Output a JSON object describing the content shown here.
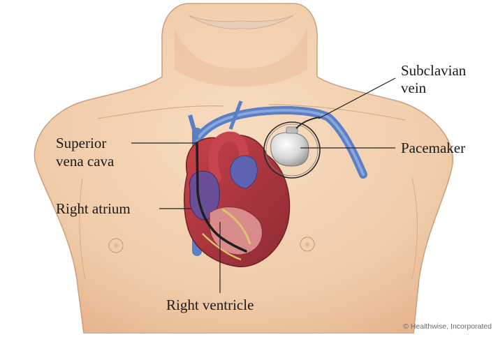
{
  "labels": {
    "subclavian_vein_line1": "Subclavian",
    "subclavian_vein_line2": "vein",
    "pacemaker": "Pacemaker",
    "superior_vena_cava_line1": "Superior",
    "superior_vena_cava_line2": "vena cava",
    "right_atrium": "Right atrium",
    "right_ventricle": "Right ventricle"
  },
  "credit": "© Healthwise, Incorporated",
  "colors": {
    "skin": "#f3d2b3",
    "skin_shadow": "#e6b994",
    "outline": "#c9a07e",
    "vein_blue": "#5a7fc4",
    "heart_red": "#b8363d",
    "heart_purple": "#6a4f98",
    "pacemaker": "#d9d9d9"
  },
  "icons": [
    "pacemaker-icon",
    "heart-illustration",
    "torso-illustration"
  ]
}
